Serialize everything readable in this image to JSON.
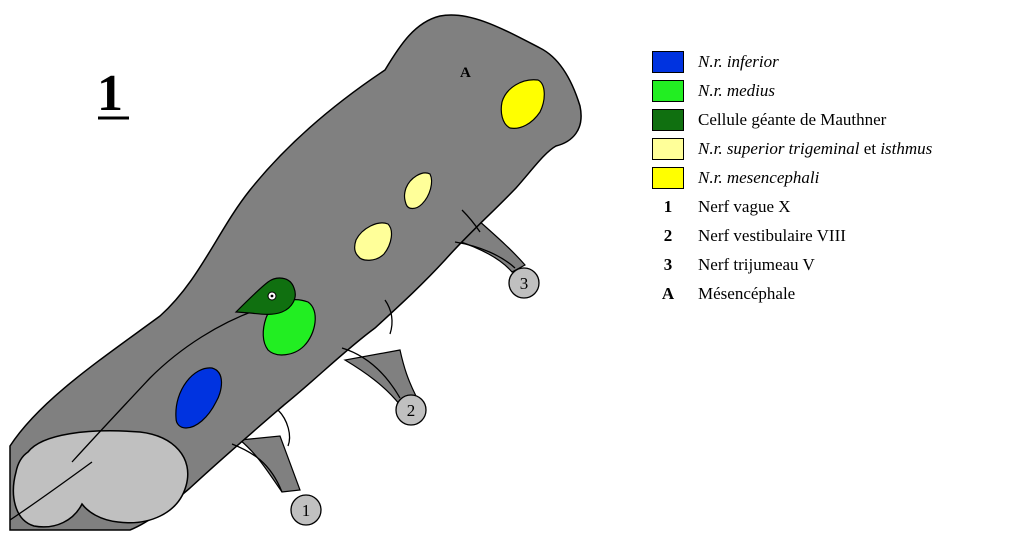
{
  "figure_number": "1",
  "region_letter": "A",
  "nerve_numbers": [
    "1",
    "2",
    "3"
  ],
  "colors": {
    "brain": "#808080",
    "cut_surface": "#c0c0c0",
    "inferior": "#0033e0",
    "medius": "#22ee22",
    "mauthner": "#107010",
    "superior_trigeminal_isthmus": "#ffff99",
    "mesencephali": "#ffff00"
  },
  "legend": {
    "swatches": [
      {
        "color": "#0033e0",
        "parts": [
          {
            "text": "N.r. inferior",
            "italic": true
          }
        ]
      },
      {
        "color": "#22ee22",
        "parts": [
          {
            "text": "N.r. medius",
            "italic": true
          }
        ]
      },
      {
        "color": "#107010",
        "parts": [
          {
            "text": "Cellule géante de Mauthner",
            "italic": false
          }
        ]
      },
      {
        "color": "#ffff99",
        "parts": [
          {
            "text": "N.r. superior trigeminal",
            "italic": true
          },
          {
            "text": " et ",
            "italic": false
          },
          {
            "text": "isthmus",
            "italic": true
          }
        ]
      },
      {
        "color": "#ffff00",
        "parts": [
          {
            "text": "N.r. mesencephali",
            "italic": true
          }
        ]
      }
    ],
    "keys": [
      {
        "key": "1",
        "label": "Nerf vague X"
      },
      {
        "key": "2",
        "label": "Nerf vestibulaire VIII"
      },
      {
        "key": "3",
        "label": "Nerf trijumeau V"
      },
      {
        "key": "A",
        "label": "Mésencéphale"
      }
    ]
  }
}
